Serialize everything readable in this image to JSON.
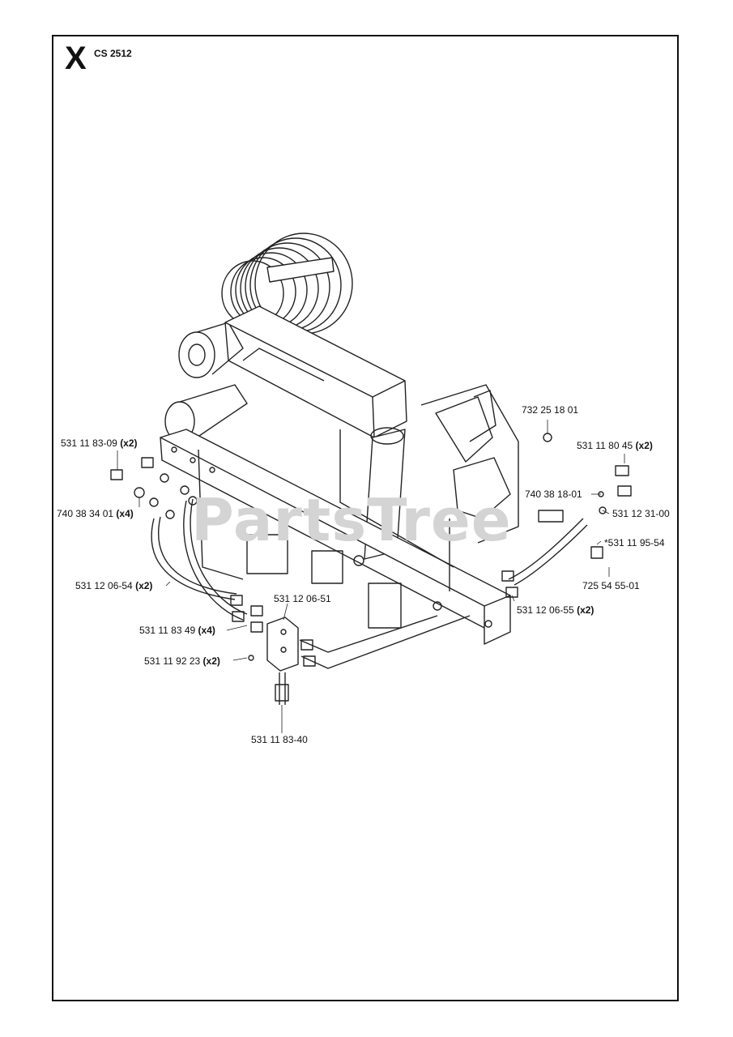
{
  "header": {
    "section": "X",
    "model": "CS 2512"
  },
  "watermark": "PartsTree",
  "parts": [
    {
      "id": "p1",
      "number": "732 25 18 01",
      "qty": ""
    },
    {
      "id": "p2",
      "number": "531 11 80 45",
      "qty": "(x2)"
    },
    {
      "id": "p3",
      "number": "531 11 83-09",
      "qty": "(x2)"
    },
    {
      "id": "p4",
      "number": "740 38 18-01",
      "qty": ""
    },
    {
      "id": "p5",
      "number": "531 12 31-00",
      "qty": ""
    },
    {
      "id": "p6",
      "number": "740 38 34 01",
      "qty": "(x4)"
    },
    {
      "id": "p7",
      "number": "*531 11 95-54",
      "qty": ""
    },
    {
      "id": "p8",
      "number": "531 12 06-54",
      "qty": "(x2)"
    },
    {
      "id": "p9",
      "number": "725 54 55-01",
      "qty": ""
    },
    {
      "id": "p10",
      "number": "531 12 06-51",
      "qty": ""
    },
    {
      "id": "p11",
      "number": "531 12 06-55",
      "qty": "(x2)"
    },
    {
      "id": "p12",
      "number": "531 11 83 49",
      "qty": "(x4)"
    },
    {
      "id": "p13",
      "number": "531 11 92 23",
      "qty": "(x2)"
    },
    {
      "id": "p14",
      "number": "531 11 83-40",
      "qty": ""
    }
  ]
}
